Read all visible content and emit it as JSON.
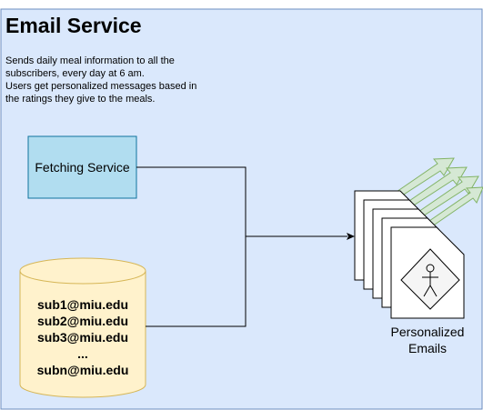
{
  "title": "Email Service",
  "description_lines": [
    "Sends daily meal information to all the",
    "subscribers, every day at 6 am.",
    "Users get personalized messages based in",
    "the ratings they give to the meals."
  ],
  "fetching_service": {
    "label": "Fetching Service"
  },
  "database": {
    "entries": [
      "sub1@miu.edu",
      "sub2@miu.edu",
      "sub3@miu.edu",
      "...",
      "subn@miu.edu"
    ]
  },
  "output": {
    "label_line1": "Personalized",
    "label_line2": "Emails"
  },
  "colors": {
    "container_fill": "#dae8fc",
    "container_stroke": "#6c8ebf",
    "service_fill": "#b1ddf0",
    "service_stroke": "#10739e",
    "db_fill": "#fff2cc",
    "db_stroke": "#d6b656",
    "arrow_fill": "#d5e8d4",
    "arrow_stroke": "#82b366",
    "doc_fill": "#ffffff",
    "line": "#000000"
  },
  "icons": {
    "person": "stick-figure-icon",
    "arrows": "glow-arrows-icon"
  }
}
